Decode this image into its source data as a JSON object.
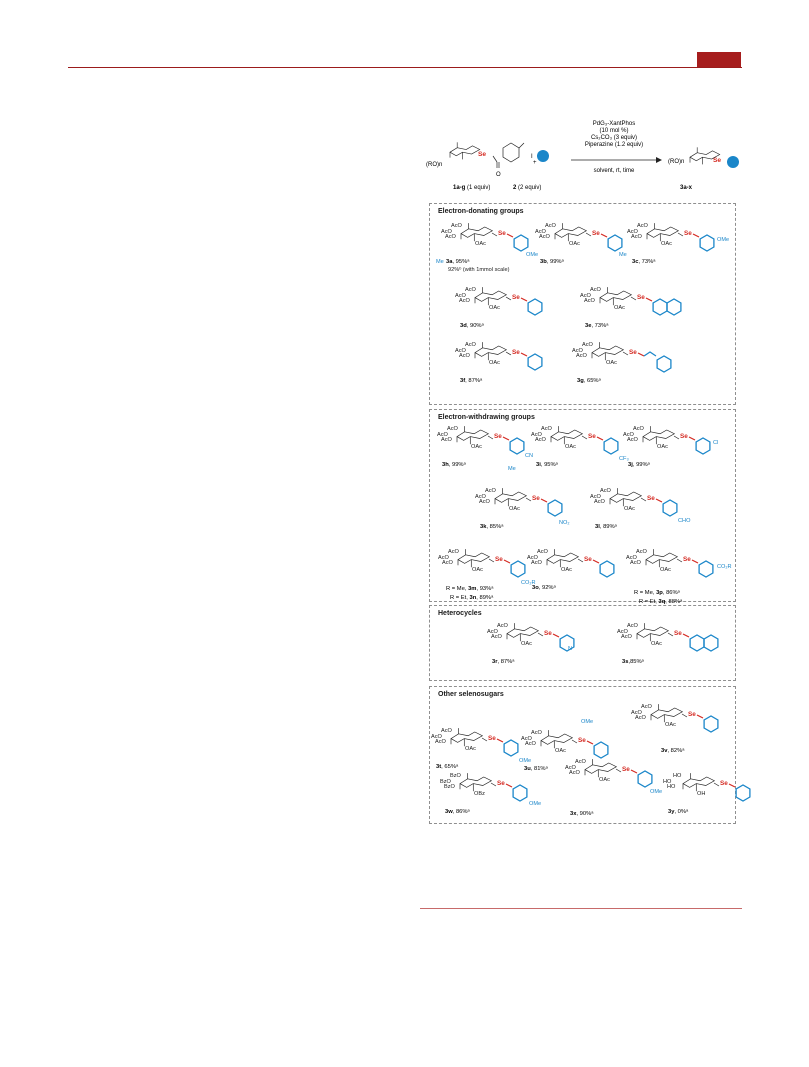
{
  "scheme": {
    "reagents": [
      "PdG₃-XantPhos",
      "(10 mol %)",
      "Cs₂CO₃ (3 equiv)",
      "Piperazine (1.2 equiv)"
    ],
    "conditions": "solvent, rt, time",
    "start_label_bold": "1a-g",
    "start_label_rest": " (1 equiv)",
    "reagent2_bold": "2",
    "reagent2_rest": " (2 equiv)",
    "product_label": "3a-x",
    "ro_n": "(RO)n",
    "plus": "+",
    "i_sym": "I"
  },
  "sections": {
    "donating": "Electron-donating groups",
    "withdrawing": "Electron-withdrawing groups",
    "hetero": "Heterocycles",
    "other": "Other selenosugars"
  },
  "colors": {
    "red": "#d42a22",
    "blue": "#1a86c9",
    "accent": "#a61d1d"
  },
  "common": {
    "se": "Se",
    "oac": "OAc",
    "aco": "AcO"
  },
  "products": {
    "3a": {
      "b": "3a",
      "r": ", 95%ᵃ"
    },
    "3a_note": "92%ᵇ (with 1mmol scale)",
    "3b": {
      "b": "3b",
      "r": ", 99%ᵃ"
    },
    "3c": {
      "b": "3c",
      "r": ", 73%ᵃ"
    },
    "3d": {
      "b": "3d",
      "r": ", 90%ᵃ"
    },
    "3e": {
      "b": "3e",
      "r": ", 73%ᵃ"
    },
    "3f": {
      "b": "3f",
      "r": ", 87%ᵃ"
    },
    "3g": {
      "b": "3g",
      "r": ", 65%ᵃ"
    },
    "3h": {
      "b": "3h",
      "r": ", 99%ᵃ"
    },
    "3i": {
      "b": "3i",
      "r": ", 95%ᵃ"
    },
    "3j": {
      "b": "3j",
      "r": ", 99%ᵃ"
    },
    "3k": {
      "b": "3k",
      "r": ", 85%ᵃ"
    },
    "3l": {
      "b": "3l",
      "r": ", 89%ᵃ"
    },
    "3m_line": {
      "pre": "R = Me, ",
      "b": "3m",
      "r": ", 93%ᵃ"
    },
    "3n_line": {
      "pre": "R = Et, ",
      "b": "3n",
      "r": ", 89%ᵃ"
    },
    "3o": {
      "b": "3o",
      "r": ", 92%ᵃ"
    },
    "3p_line": {
      "pre": "R = Me, ",
      "b": "3p",
      "r": ", 86%ᵃ"
    },
    "3q_line": {
      "pre": "R = Et, ",
      "b": "3q",
      "r": ", 88%ᵃ"
    },
    "3r": {
      "b": "3r",
      "r": ", 87%ᵃ"
    },
    "3s": {
      "b": "3s",
      "r": ",85%ᵃ"
    },
    "3t": {
      "b": "3t",
      "r": ", 65%ᵃ"
    },
    "3u": {
      "b": "3u",
      "r": ", 81%ᵃ"
    },
    "3v": {
      "b": "3v",
      "r": ", 82%ᵃ"
    },
    "3w": {
      "b": "3w",
      "r": ", 86%ᵃ"
    },
    "3x": {
      "b": "3x",
      "r": ", 90%ᵃ"
    },
    "3y": {
      "b": "3y",
      "r": ", 0%ᵃ"
    }
  },
  "substituents": {
    "ome": "OMe",
    "me": "Me",
    "cn": "CN",
    "cf3": "CF₃",
    "cl": "Cl",
    "no2": "NO₂",
    "cho": "CHO",
    "co2r": "CO₂R",
    "n": "N",
    "nh": "H",
    "bzo": "BzO",
    "obz": "OBz",
    "ho": "HO",
    "oh": "OH"
  }
}
